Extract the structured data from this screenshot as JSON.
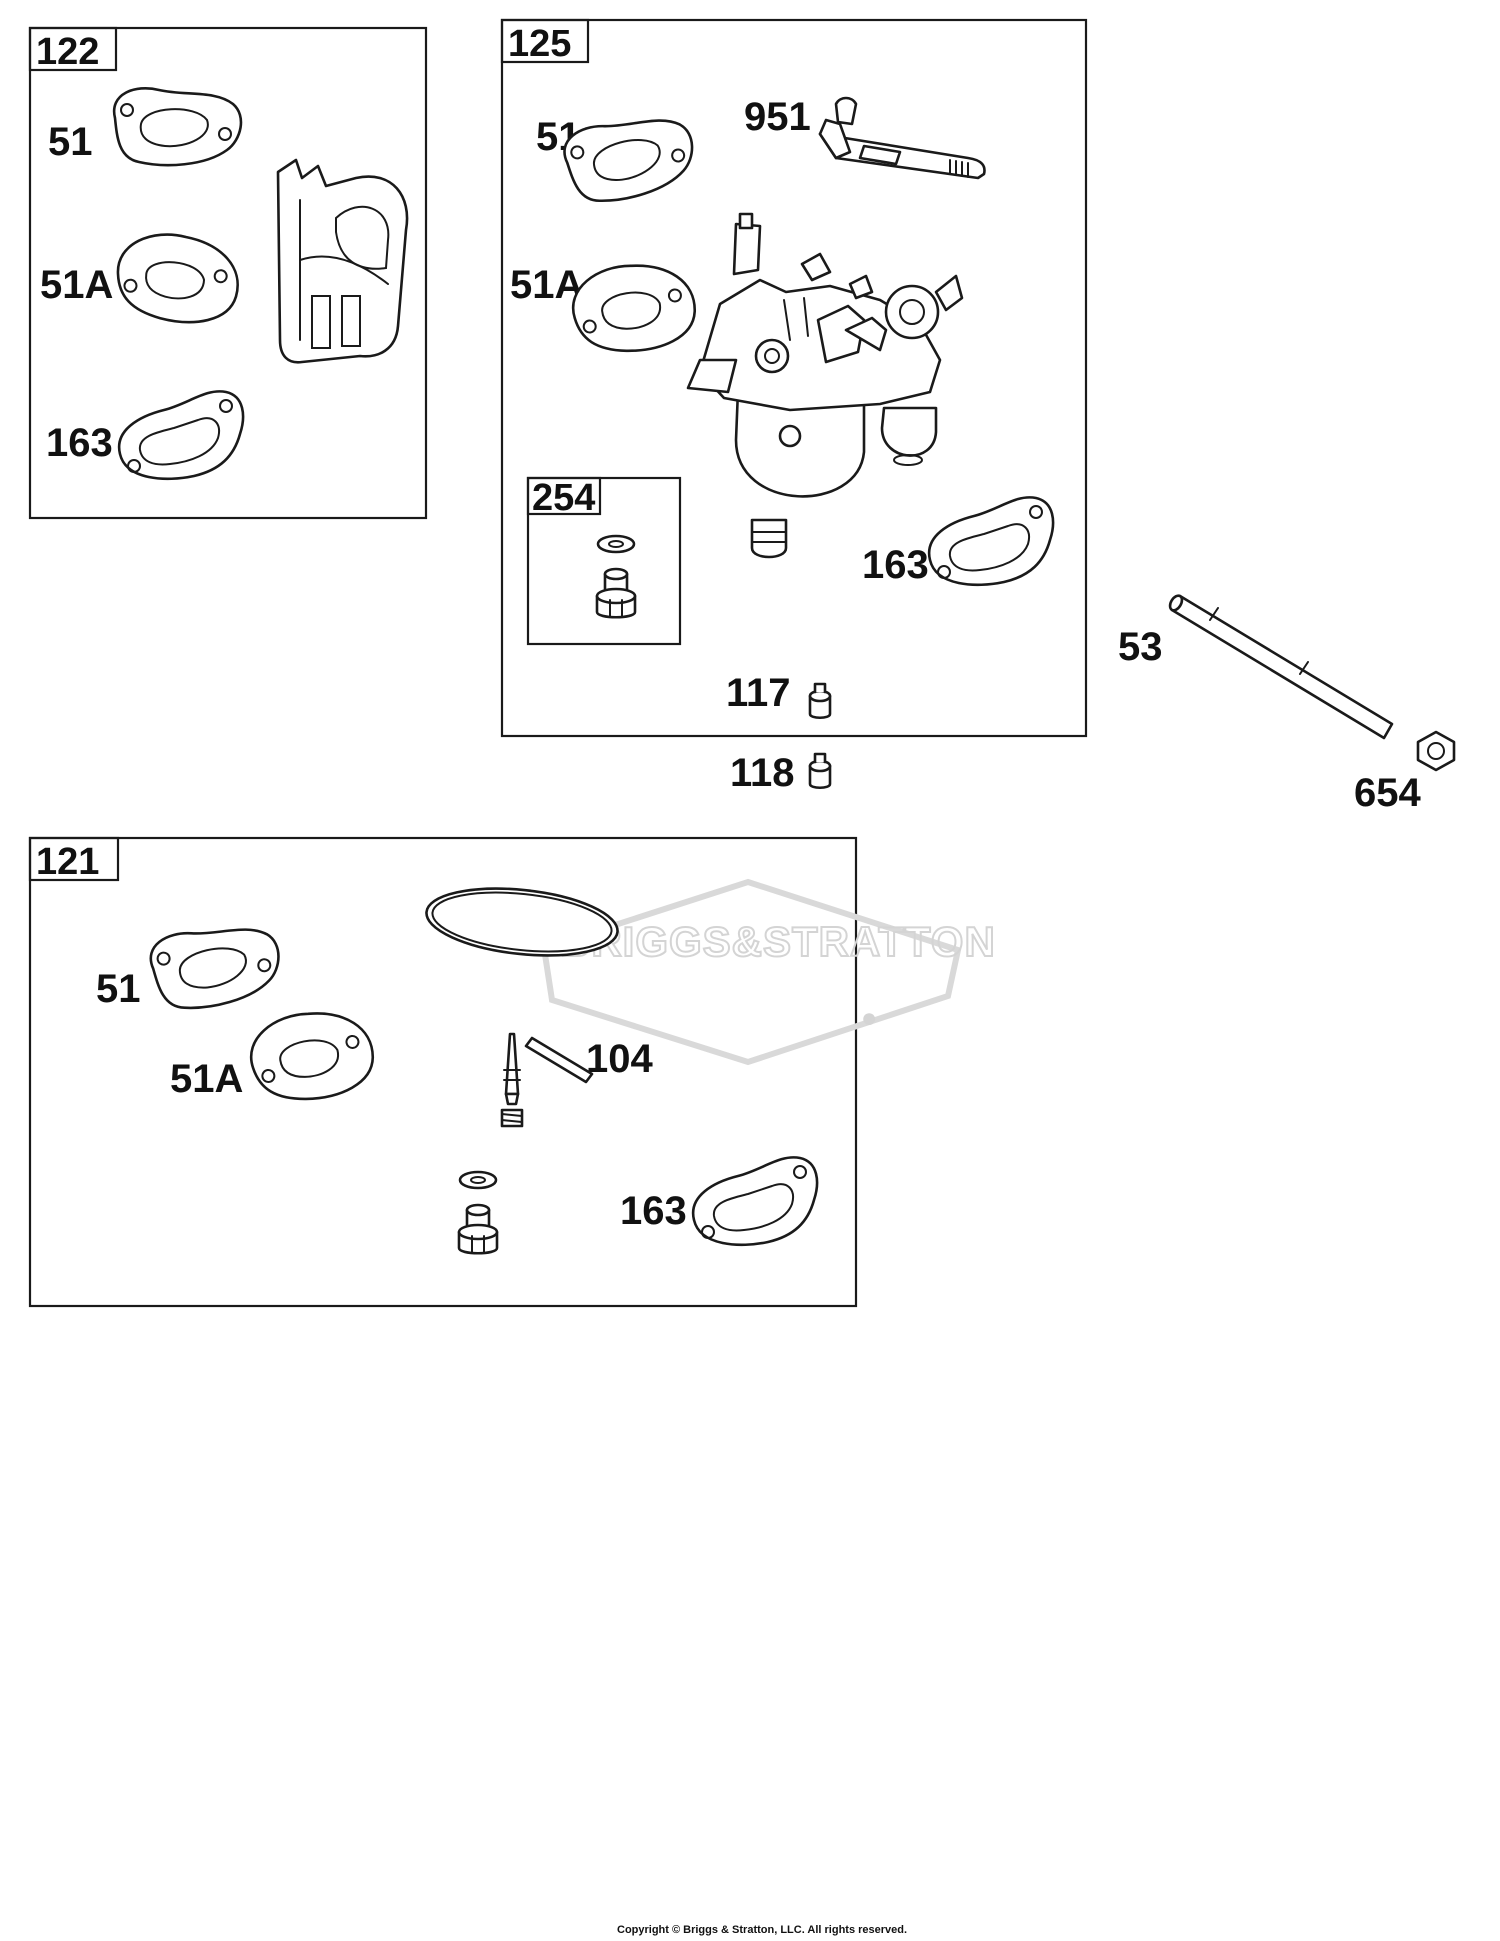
{
  "kits": [
    {
      "id": "kit-122",
      "number": "122",
      "labels": [
        "51",
        "51A",
        "163"
      ]
    },
    {
      "id": "kit-125",
      "number": "125",
      "labels": [
        "51",
        "951",
        "51A",
        "163",
        "117"
      ]
    },
    {
      "id": "kit-254",
      "number": "254"
    },
    {
      "id": "kit-121",
      "number": "121",
      "labels": [
        "51",
        "51A",
        "104",
        "163"
      ]
    }
  ],
  "loose_parts": [
    "118",
    "53",
    "654"
  ],
  "watermark": {
    "brand": "BRIGGS&STRATTON",
    "mark": "®"
  },
  "copyright": "Copyright © Briggs & Stratton, LLC. All rights reserved."
}
